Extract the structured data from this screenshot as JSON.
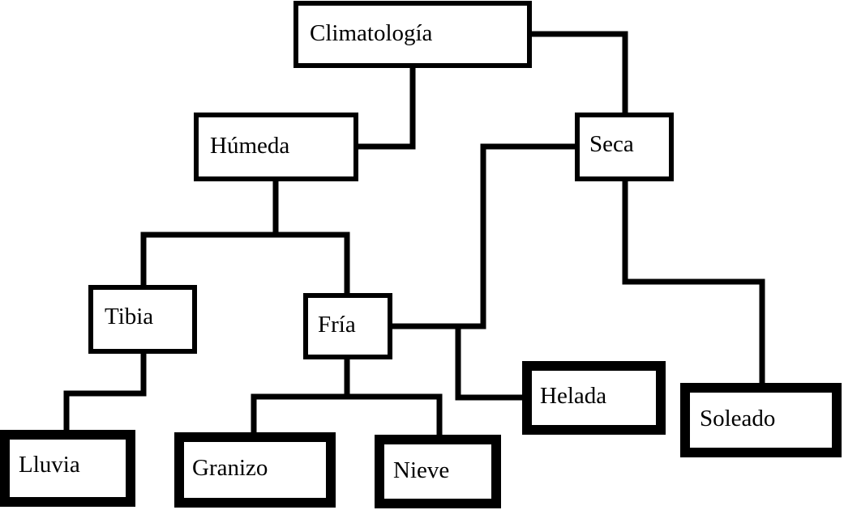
{
  "nodes": [
    {
      "id": "climatologia",
      "label": "Climatología"
    },
    {
      "id": "humeda",
      "label": "Húmeda"
    },
    {
      "id": "seca",
      "label": "Seca"
    },
    {
      "id": "tibia",
      "label": "Tibia"
    },
    {
      "id": "fria",
      "label": "Fría"
    },
    {
      "id": "lluvia",
      "label": "Lluvia"
    },
    {
      "id": "granizo",
      "label": "Granizo"
    },
    {
      "id": "nieve",
      "label": "Nieve"
    },
    {
      "id": "helada",
      "label": "Helada"
    },
    {
      "id": "soleado",
      "label": "Soleado"
    }
  ],
  "edges": [
    {
      "from": "climatologia",
      "to": "humeda"
    },
    {
      "from": "climatologia",
      "to": "seca"
    },
    {
      "from": "humeda",
      "to": "tibia"
    },
    {
      "from": "humeda",
      "to": "fria"
    },
    {
      "from": "seca",
      "to": "fria"
    },
    {
      "from": "seca",
      "to": "soleado"
    },
    {
      "from": "tibia",
      "to": "lluvia"
    },
    {
      "from": "fria",
      "to": "granizo"
    },
    {
      "from": "fria",
      "to": "nieve"
    },
    {
      "from": "fria",
      "to": "helada"
    }
  ]
}
